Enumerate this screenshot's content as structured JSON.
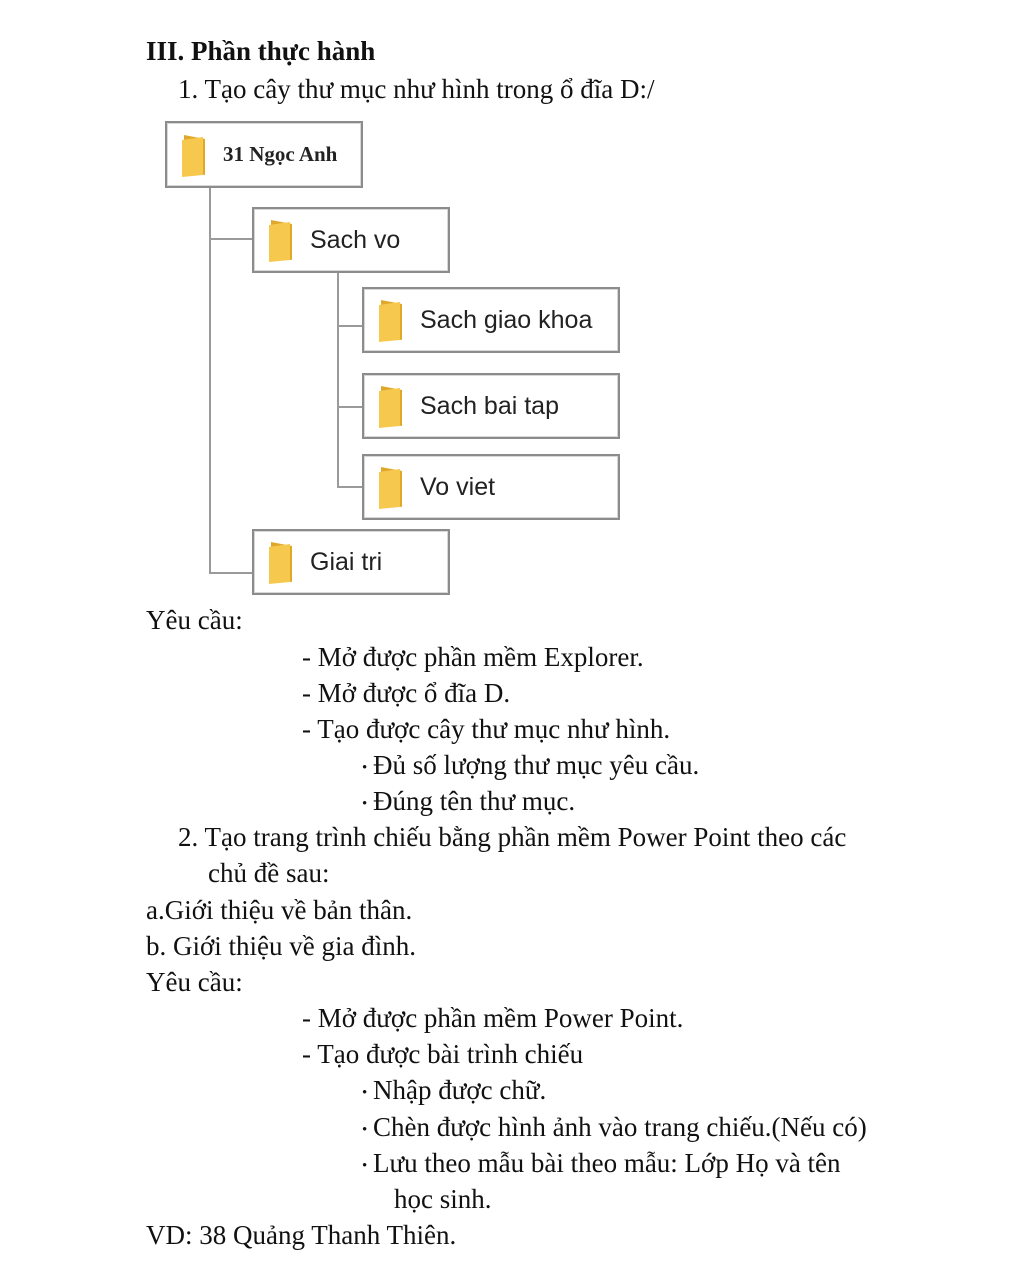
{
  "heading": "III. Phần thực hành",
  "task1": {
    "title": "1. Tạo cây thư mục như hình trong ổ đĩa D:/",
    "tree": {
      "root": "31 Ngọc Anh",
      "sach_vo": "Sach vo",
      "sach_giao_khoa": "Sach giao khoa",
      "sach_bai_tap": "Sach bai tap",
      "vo_viet": "Vo viet",
      "giai_tri": "Giai tri"
    },
    "req_label": "Yêu cầu:",
    "reqs": [
      "- Mở được phần mềm Explorer.",
      "- Mở được ổ đĩa D.",
      "- Tạo được cây thư mục như hình."
    ],
    "subreqs": [
      "Đủ số lượng thư mục yêu cầu.",
      "Đúng tên thư mục."
    ]
  },
  "task2": {
    "title_line1": "2. Tạo trang trình chiếu bằng phần mềm Power Point theo các",
    "title_line2": "chủ đề sau:",
    "topic_a": "a.Giới thiệu về bản thân.",
    "topic_b": "b. Giới thiệu về gia đình.",
    "req_label": "Yêu cầu:",
    "reqs": [
      "- Mở được phần mềm Power Point.",
      "- Tạo được bài trình chiếu"
    ],
    "subreqs": [
      "Nhập được chữ.",
      "Chèn được hình ảnh vào trang chiếu.(Nếu có)",
      "Lưu theo mẫu bài theo mẫu: Lớp Họ và tên"
    ],
    "subreq_cont": "học sinh.",
    "example": "VD: 38 Quảng Thanh Thiên."
  },
  "colors": {
    "folder": "#f6c94e",
    "folder_dark": "#e0a82a",
    "border": "#8c8c8c"
  }
}
